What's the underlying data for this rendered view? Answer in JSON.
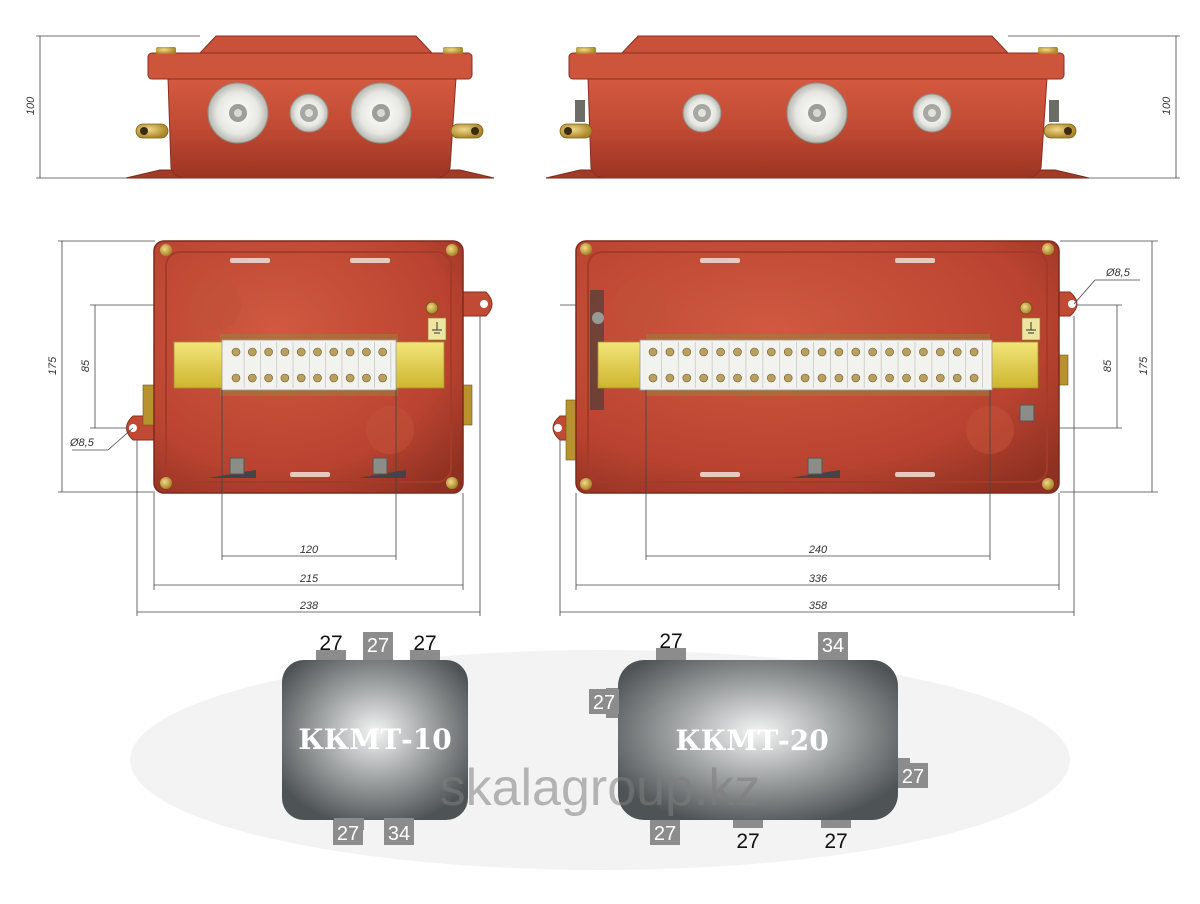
{
  "drawing": {
    "front_small": {
      "height_label": "100"
    },
    "front_large": {
      "height_label": "100"
    },
    "plan_small": {
      "height_label": "175",
      "mount_height_label": "85",
      "hole_label": "Ø8,5",
      "width_120": "120",
      "width_215": "215",
      "width_238": "238"
    },
    "plan_large": {
      "height_label": "175",
      "mount_height_label": "85",
      "hole_label": "Ø8,5",
      "width_240": "240",
      "width_336": "336",
      "width_358": "358"
    }
  },
  "boxes": {
    "small": {
      "name": "ККМТ-10",
      "top_ports": [
        "27",
        "27",
        "27"
      ],
      "bottom_ports": [
        "27",
        "34"
      ]
    },
    "large": {
      "name": "ККМТ-20",
      "top_left_port": "27",
      "top_right_port": "34",
      "left_port": "27",
      "right_port": "27",
      "bottom_ports": [
        "27",
        "27",
        "27"
      ]
    }
  },
  "watermark": "skalagroup.kz",
  "colors": {
    "enclosure_red": "#c04a33",
    "enclosure_dark": "#8f3122",
    "din_rail_yellow": "#e8d24a",
    "terminal_white": "#f2f2ee",
    "box_grey": "#5a5e60",
    "port_grey": "#8c8c8c"
  }
}
